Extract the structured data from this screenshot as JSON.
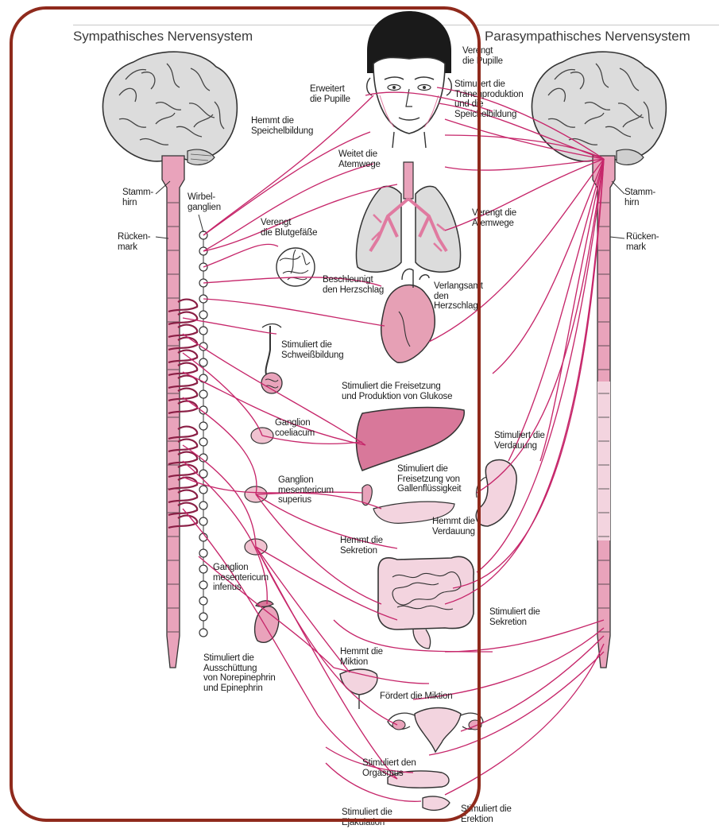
{
  "titles": {
    "left": "Sympathisches Nervensystem",
    "right": "Parasympathisches Nervensystem"
  },
  "colors": {
    "frame": "#8f2a1c",
    "nerve": "#c6266a",
    "organ_fill": "#e8a0b6",
    "brain_fill": "#dddddd",
    "cord_fill": "#e9a3bb"
  },
  "labels": {
    "stammhirn_left": "Stamm-\nhirn",
    "rueckenmark_left": "Rücken-\nmark",
    "wirbelganglien": "Wirbel-\nganglien",
    "hemmt_speichel": "Hemmt die\nSpeichelbildung",
    "erweitert_pupille": "Erweitert\ndie Pupille",
    "verengt_pupille": "Verengt\ndie Pupille",
    "stimuliert_traenen": "Stimuliert die\nTränenproduktion\nund die\nSpeichelbildung",
    "weitet_atemwege": "Weitet die\nAtemwege",
    "verengt_atemwege": "Verengt die\nAtemwege",
    "verengt_blutgefaesse": "Verengt\ndie Blutgefäße",
    "beschleunigt_herz": "Beschleunigt\nden Herzschlag",
    "verlangsamt_herz": "Verlangsamt\nden\nHerzschlag",
    "schweiss": "Stimuliert die\nSchweißbildung",
    "glukose": "Stimuliert die Freisetzung\nund Produktion von Glukose",
    "ganglion_coeliacum": "Ganglion\ncoeliacum",
    "verdauung_stim": "Stimuliert die\nVerdauung",
    "galle": "Stimuliert die\nFreisetzung von\nGallenflüssigkeit",
    "ganglion_sup": "Ganglion\nmesentericum\nsuperius",
    "hemmt_verdauung": "Hemmt die\nVerdauung",
    "hemmt_sekretion": "Hemmt die\nSekretion",
    "ganglion_inf": "Ganglion\nmesentericum\ninferius",
    "stim_sekretion": "Stimuliert die\nSekretion",
    "hemmt_miktion": "Hemmt die\nMiktion",
    "adrenal": "Stimuliert die\nAusschüttung\nvon Norepinephrin\nund Epinephrin",
    "foerdert_miktion": "Fördert die Miktion",
    "orgasmus": "Stimuliert den\nOrgasmus",
    "ejakulation": "Stimuliert die\nEjakulation",
    "erektion": "Stimuliert die\nErektion",
    "stammhirn_right": "Stamm-\nhirn",
    "rueckenmark_right": "Rücken-\nmark"
  }
}
